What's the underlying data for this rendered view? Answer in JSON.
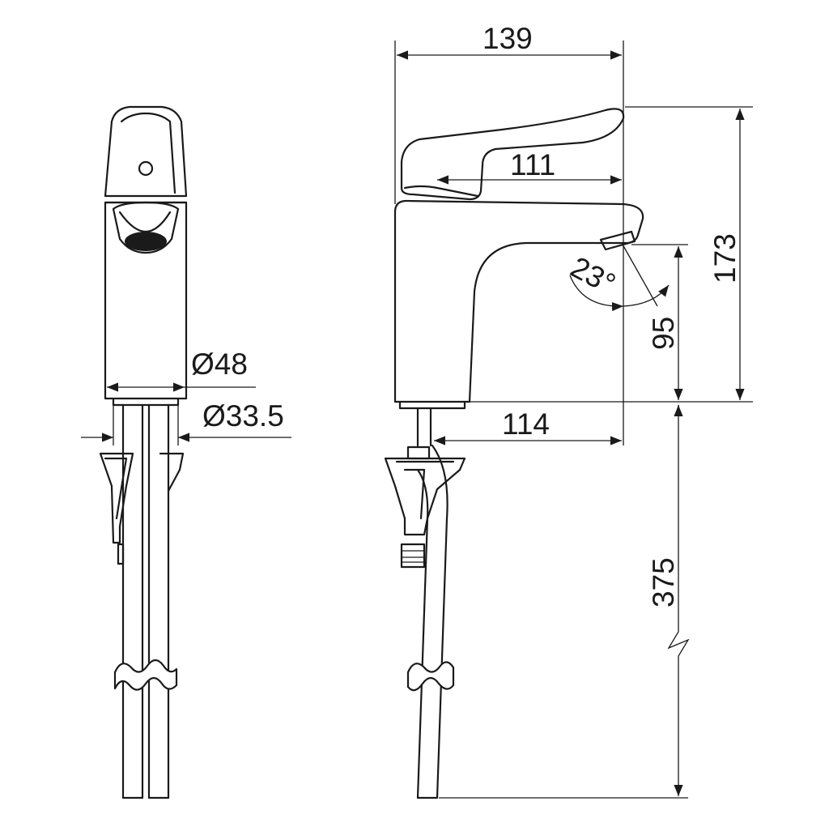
{
  "dimensions": {
    "diameter_body": "Ø48",
    "diameter_base": "Ø33.5",
    "overall_length": "139",
    "lever_length": "111",
    "overall_height": "173",
    "spout_height": "95",
    "spout_angle": "23°",
    "spout_reach": "114",
    "hose_length": "375"
  }
}
